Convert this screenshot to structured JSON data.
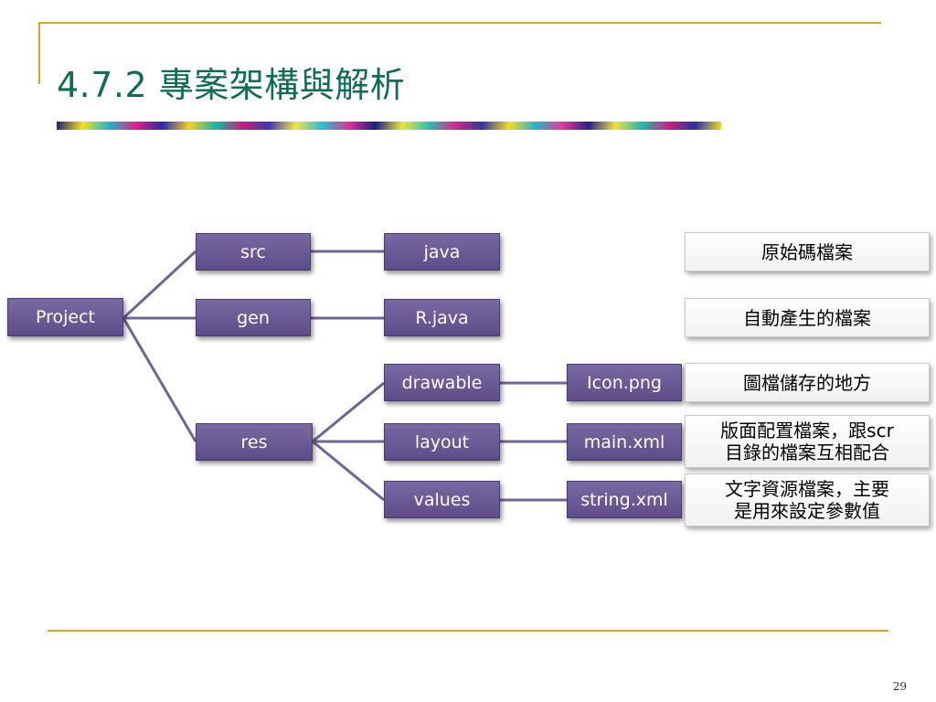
{
  "slide": {
    "title": "4.7.2 專案架構與解析",
    "page_number": "29"
  },
  "tree": {
    "root": "Project",
    "nodes": {
      "src": "src",
      "java": "java",
      "gen": "gen",
      "rjava": "R.java",
      "res": "res",
      "drawable": "drawable",
      "icon": "Icon.png",
      "layout": "layout",
      "main_xml": "main.xml",
      "values": "values",
      "string_xml": "string.xml"
    }
  },
  "descriptions": {
    "source": "原始碼檔案",
    "generated": "自動產生的檔案",
    "image": "圖檔儲存的地方",
    "layout_line1": "版面配置檔案，跟scr",
    "layout_line2": "目錄的檔案互相配合",
    "values_line1": "文字資源檔案，主要",
    "values_line2": "是用來設定參數值"
  },
  "colors": {
    "node_fill": "#6a5a98",
    "frame_gold": "#d4a62a",
    "title_green": "#0f6d52",
    "connector": "#5a4a80"
  }
}
